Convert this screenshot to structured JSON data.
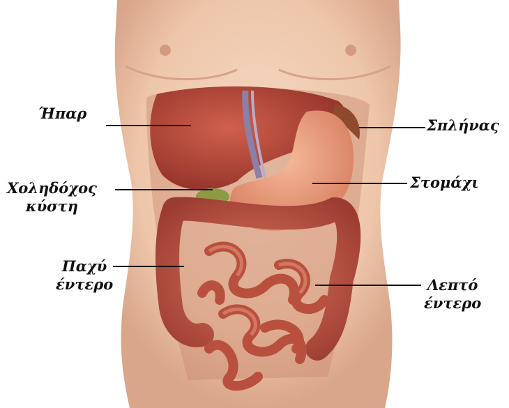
{
  "labels": {
    "liver": "Ήπαρ",
    "gallbladder_line1": "Χοληδόχος",
    "gallbladder_line2": "κύστη",
    "large_intestine_line1": "Παχύ",
    "large_intestine_line2": "έντερο",
    "spleen": "Σπλήνας",
    "stomach": "Στομάχι",
    "small_intestine_line1": "Λεπτό",
    "small_intestine_line2": "έντερο"
  },
  "colors": {
    "skin": "#f1cdb2",
    "skin_shadow": "#dca98c",
    "liver": "#b64a3c",
    "stomach": "#e99a78",
    "intestine": "#c7614f",
    "leader_line": "#111111"
  }
}
